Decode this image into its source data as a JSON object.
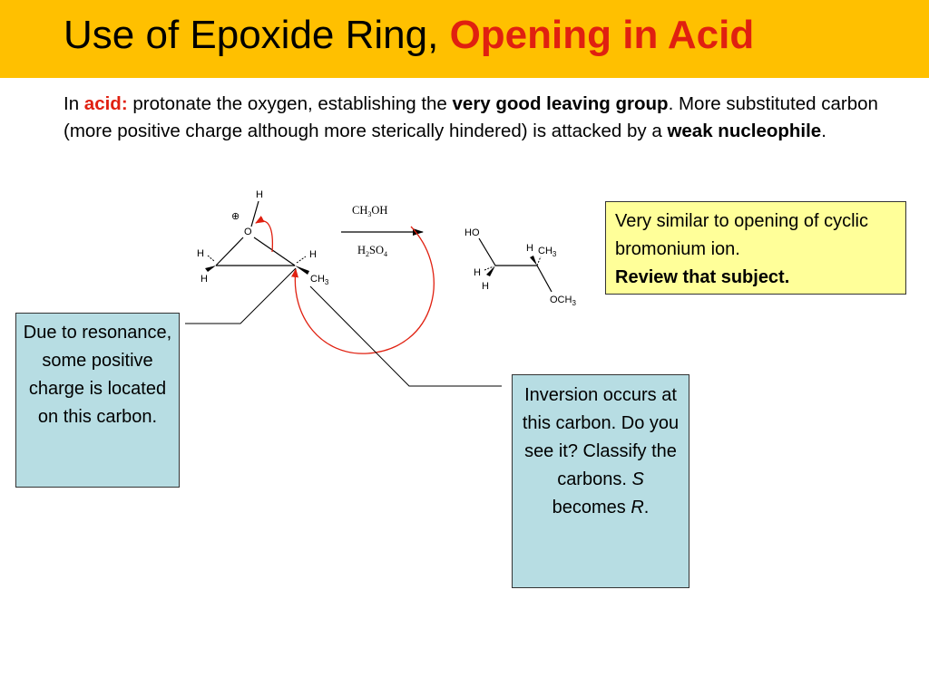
{
  "title": {
    "main": "Use of Epoxide Ring, ",
    "accent": "Opening in Acid"
  },
  "intro": {
    "p1": "In ",
    "acid": "acid:",
    "p2": " protonate the oxygen, establishing the ",
    "bold1": "very good leaving group",
    "p3": ".  More substituted carbon (more positive charge although more sterically hindered) is attacked by a ",
    "bold2": "weak nucleophile",
    "p4": "."
  },
  "note_similar": {
    "text": "Very similar to opening of cyclic bromonium ion.",
    "bold": "Review that subject."
  },
  "note_resonance": {
    "text": "Due to resonance, some positive charge is located on this carbon."
  },
  "note_inversion": {
    "text": "Inversion occurs at this carbon. Do you see it? Classify the carbons.  ",
    "s_letter": "S",
    "mid": " becomes ",
    "r_letter": "R",
    "end": "."
  },
  "reactant": {
    "h_top": "H",
    "plus": "⊕",
    "oxygen": "O",
    "h_left_1": "H",
    "h_left_2": "H",
    "h_right": "H",
    "methyl": "CH",
    "methyl_sub": "3"
  },
  "reagents": {
    "above_main": "CH",
    "above_sub": "3",
    "above_end": "OH",
    "below_main": "H",
    "below_sub1": "2",
    "below_mid": "SO",
    "below_sub2": "4"
  },
  "product": {
    "ho": "HO",
    "h_upper": "H",
    "methyl": "CH",
    "methyl_sub": "3",
    "h_left": "H",
    "h_lower": "H",
    "methoxy": "OCH",
    "methoxy_sub": "3"
  },
  "colors": {
    "title_bar": "#ffc000",
    "accent_red": "#e02010",
    "note_yellow": "#ffff99",
    "note_blue": "#b7dde3"
  }
}
